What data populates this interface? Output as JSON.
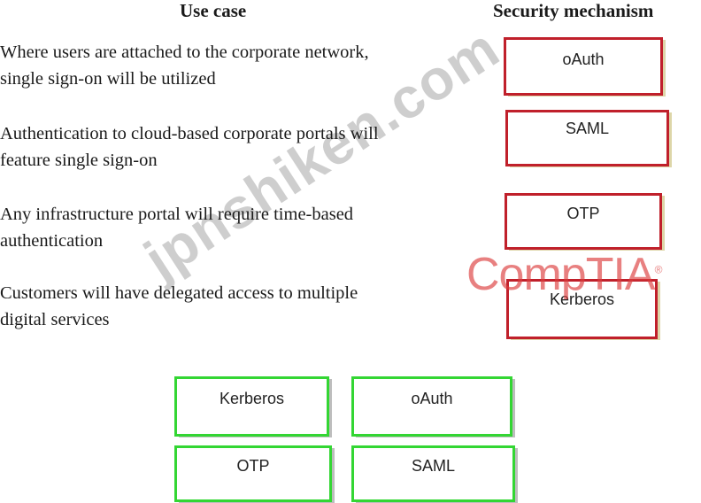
{
  "headers": {
    "use_case": "Use case",
    "security_mechanism": "Security mechanism"
  },
  "use_cases": [
    {
      "line1": "Where users are attached to the corporate network,",
      "line2": "single sign-on will be utilized"
    },
    {
      "line1": "Authentication to cloud-based corporate portals will",
      "line2": "feature single sign-on"
    },
    {
      "line1": "Any infrastructure portal will require time-based",
      "line2": "authentication"
    },
    {
      "line1": "Customers will have delegated access to multiple",
      "line2": "digital services"
    }
  ],
  "answers": [
    "oAuth",
    "SAML",
    "OTP",
    "Kerberos"
  ],
  "options": [
    "Kerberos",
    "oAuth",
    "OTP",
    "SAML"
  ],
  "watermark": "jpnshiken.com",
  "logo": {
    "text": "CompTIA",
    "mark": "®"
  },
  "colors": {
    "answer_border": "#c0202b",
    "option_border": "#33d633",
    "logo": "#dc3c3c"
  }
}
